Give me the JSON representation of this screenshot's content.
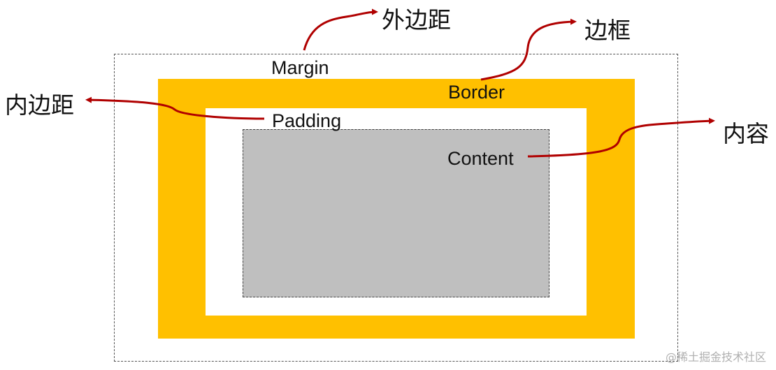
{
  "colors": {
    "border_fill": "#FFC000",
    "content_fill": "#BFBFBF",
    "arrow": "#B00000"
  },
  "labels": {
    "margin": "Margin",
    "border": "Border",
    "padding": "Padding",
    "content": "Content"
  },
  "annotations": {
    "margin_zh": "外边距",
    "border_zh": "边框",
    "padding_zh": "内边距",
    "content_zh": "内容"
  },
  "watermark": "@稀土掘金技术社区"
}
